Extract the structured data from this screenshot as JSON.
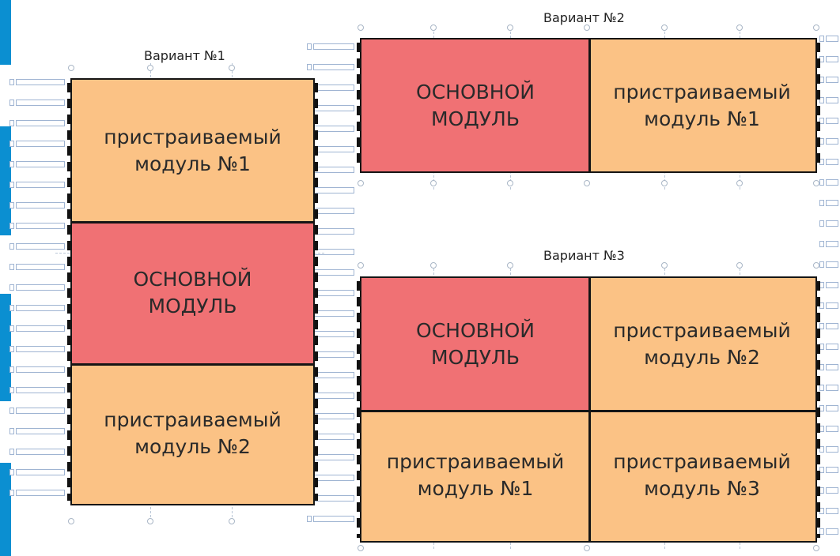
{
  "colors": {
    "main_module": "#f07174",
    "extension_module": "#fbc285",
    "outline": "#151515",
    "accent": "#0b8fd1",
    "grid": "#b9c6d6"
  },
  "variants": [
    {
      "title": "Вариант №1",
      "modules": [
        {
          "line1": "пристраиваемый",
          "line2": "модуль №1"
        },
        {
          "line1": "ОСНОВНОЙ",
          "line2": "МОДУЛЬ"
        },
        {
          "line1": "пристраиваемый",
          "line2": "модуль №2"
        }
      ]
    },
    {
      "title": "Вариант №2",
      "modules": [
        {
          "line1": "ОСНОВНОЙ",
          "line2": "МОДУЛЬ"
        },
        {
          "line1": "пристраиваемый",
          "line2": "модуль №1"
        }
      ]
    },
    {
      "title": "Вариант №3",
      "modules": [
        {
          "line1": "ОСНОВНОЙ",
          "line2": "МОДУЛЬ"
        },
        {
          "line1": "пристраиваемый",
          "line2": "модуль №2"
        },
        {
          "line1": "пристраиваемый",
          "line2": "модуль №1"
        },
        {
          "line1": "пристраиваемый",
          "line2": "модуль №3"
        }
      ]
    }
  ]
}
